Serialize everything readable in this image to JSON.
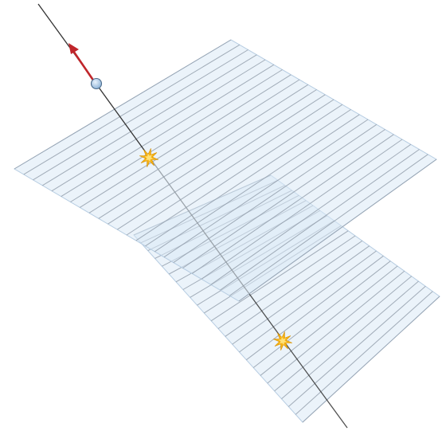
{
  "diagram": {
    "colors": {
      "background": "#ffffff",
      "plane_fill": "#dbe9f6",
      "plane_edge": "#b7cde2",
      "strip_line": "#8e9aa8",
      "track_line": "#333333",
      "arrow": "#c0262b",
      "ball_fill": "#8fb4d8",
      "ball_edge": "#4a6a8a",
      "hit_outer": "#f7b418",
      "hit_inner": "#ffe27a"
    },
    "planes": [
      {
        "name": "upper-detector-plane",
        "strips": 24
      },
      {
        "name": "lower-detector-plane",
        "strips": 24
      }
    ],
    "icons": {
      "ball": "particle-ball-icon",
      "arrow": "direction-arrow-icon",
      "hit": "hit-star-icon"
    }
  }
}
